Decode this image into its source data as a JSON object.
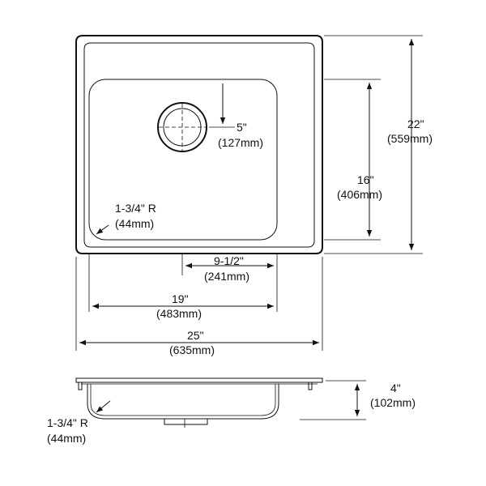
{
  "colors": {
    "stroke": "#111111",
    "background": "#ffffff"
  },
  "dims": {
    "overall_height": {
      "in": "22\"",
      "mm": "(559mm)"
    },
    "bowl_height": {
      "in": "16\"",
      "mm": "(406mm)"
    },
    "drain_offset": {
      "in": "5\"",
      "mm": "(127mm)"
    },
    "corner_radius_top": {
      "in": "1-3/4\" R",
      "mm": "(44mm)"
    },
    "drain_center": {
      "in": "9-1/2\"",
      "mm": "(241mm)"
    },
    "bowl_width": {
      "in": "19\"",
      "mm": "(483mm)"
    },
    "overall_width": {
      "in": "25\"",
      "mm": "(635mm)"
    },
    "depth": {
      "in": "4\"",
      "mm": "(102mm)"
    },
    "corner_radius_side": {
      "in": "1-3/4\" R",
      "mm": "(44mm)"
    }
  }
}
